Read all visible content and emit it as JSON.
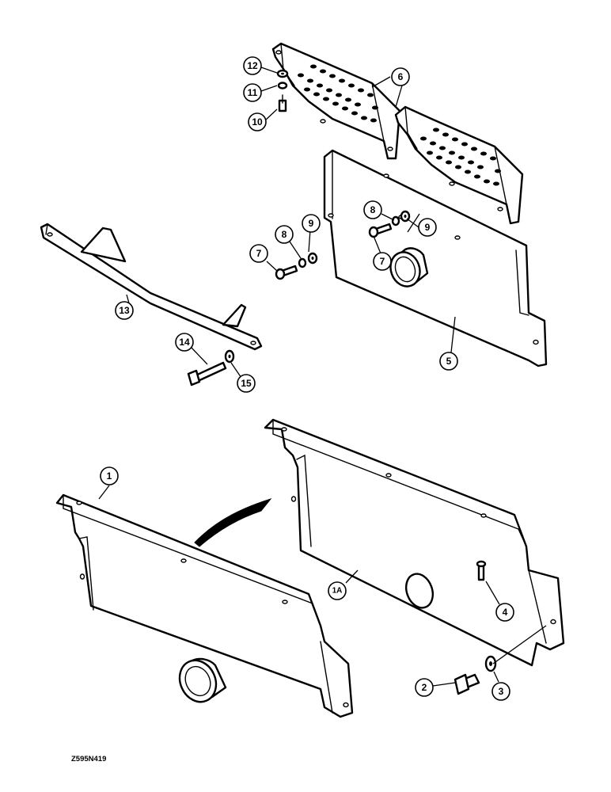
{
  "figure_code": "Z595N419",
  "callouts": [
    {
      "id": "c1",
      "label": "1"
    },
    {
      "id": "c1a",
      "label": "1A"
    },
    {
      "id": "c2",
      "label": "2"
    },
    {
      "id": "c3",
      "label": "3"
    },
    {
      "id": "c4",
      "label": "4"
    },
    {
      "id": "c5",
      "label": "5"
    },
    {
      "id": "c6",
      "label": "6"
    },
    {
      "id": "c7a",
      "label": "7"
    },
    {
      "id": "c7b",
      "label": "7"
    },
    {
      "id": "c8a",
      "label": "8"
    },
    {
      "id": "c8b",
      "label": "8"
    },
    {
      "id": "c9a",
      "label": "9"
    },
    {
      "id": "c9b",
      "label": "9"
    },
    {
      "id": "c10",
      "label": "10"
    },
    {
      "id": "c11",
      "label": "11"
    },
    {
      "id": "c12",
      "label": "12"
    },
    {
      "id": "c13",
      "label": "13"
    },
    {
      "id": "c14",
      "label": "14"
    },
    {
      "id": "c15",
      "label": "15"
    }
  ]
}
